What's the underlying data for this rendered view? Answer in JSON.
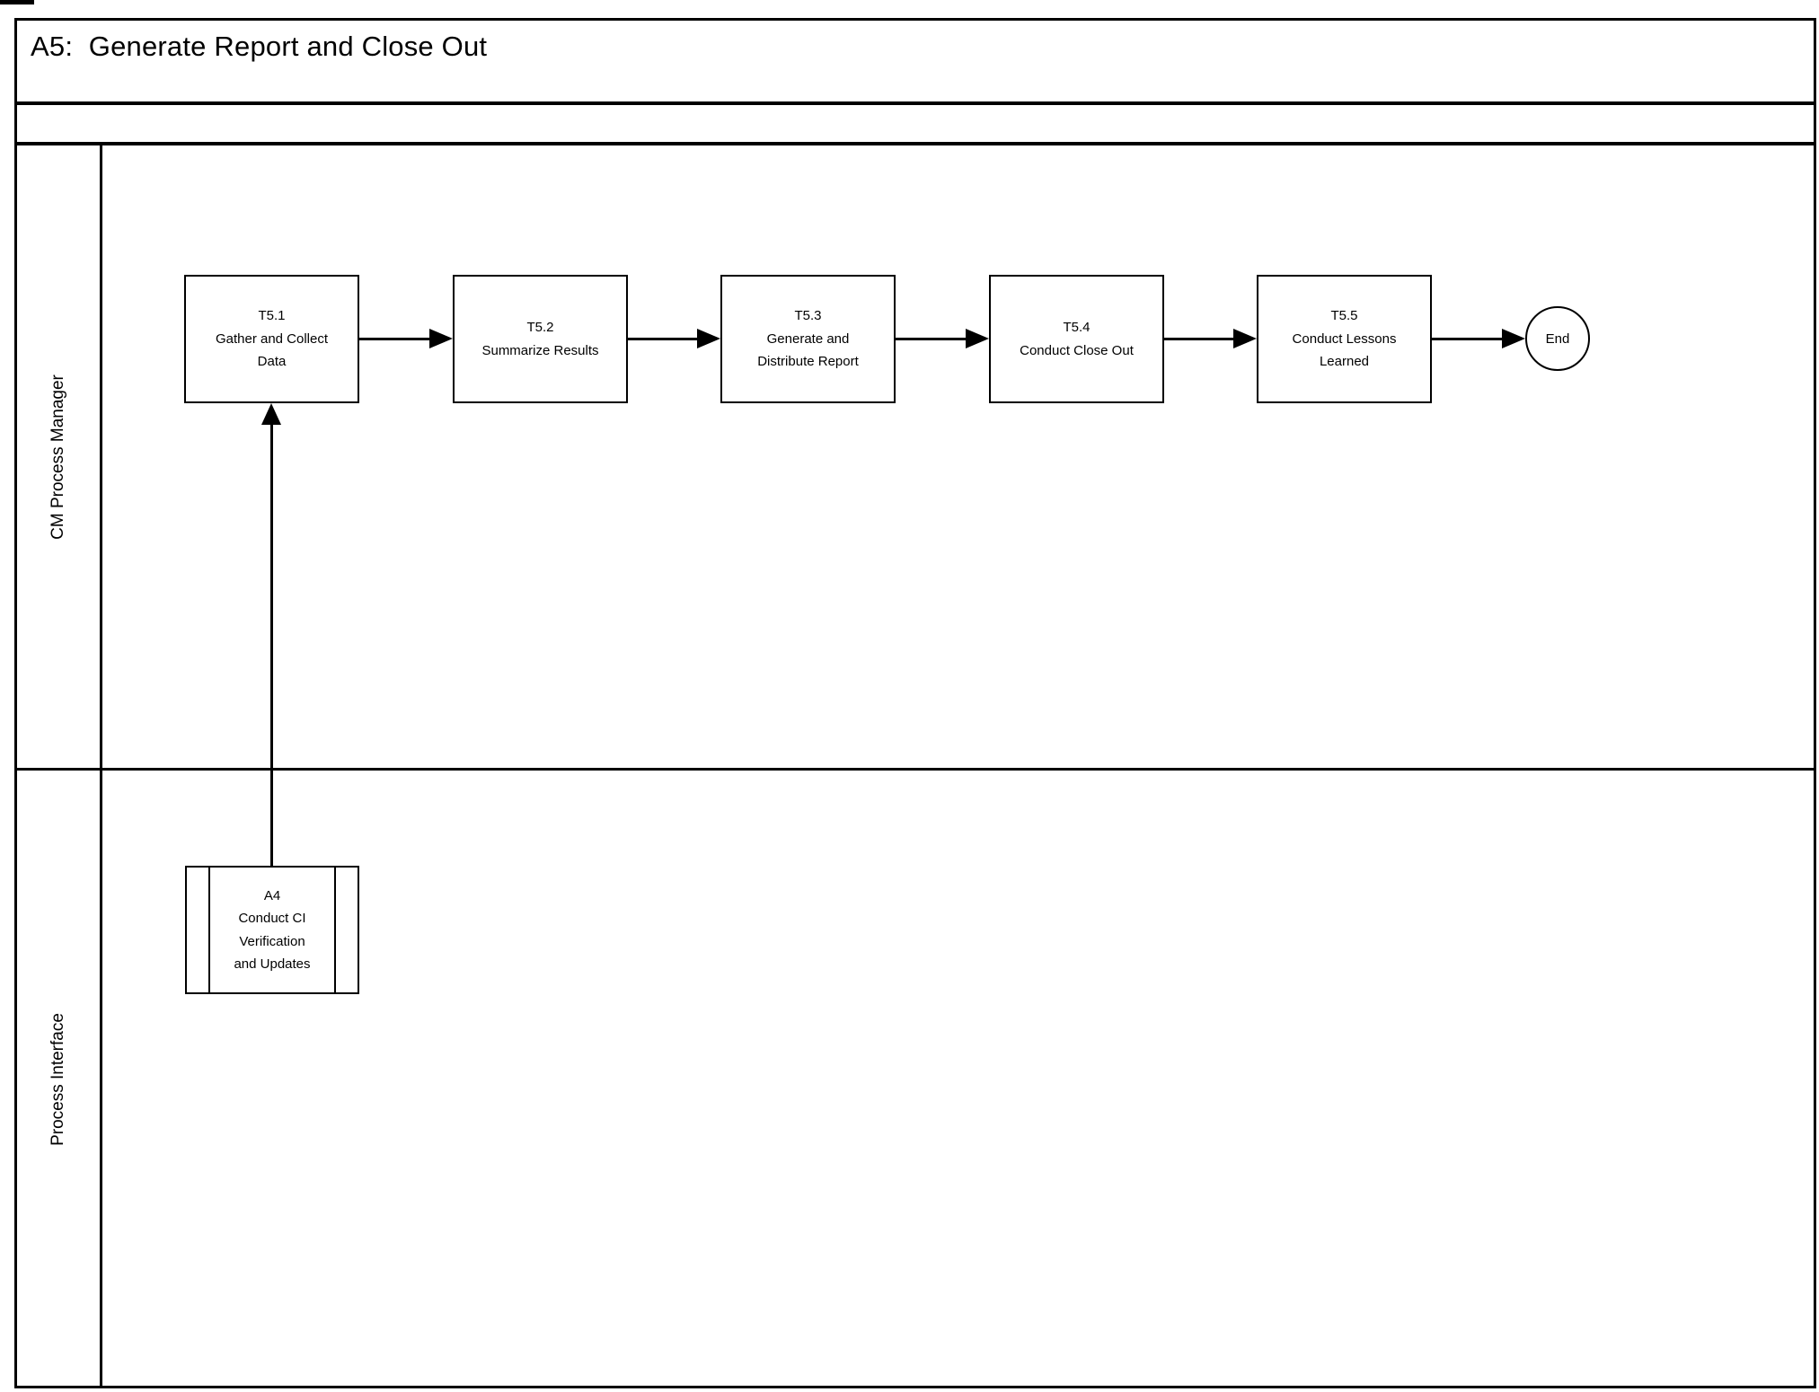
{
  "title": "A5:  Generate Report and Close Out",
  "lanes": {
    "cm": {
      "label": "CM Process Manager"
    },
    "interface": {
      "label": "Process Interface"
    }
  },
  "tasks": [
    {
      "id": "T5.1",
      "lines": [
        "T5.1",
        "Gather and Collect",
        "Data"
      ]
    },
    {
      "id": "T5.2",
      "lines": [
        "T5.2",
        "Summarize Results"
      ]
    },
    {
      "id": "T5.3",
      "lines": [
        "T5.3",
        "Generate and",
        "Distribute Report"
      ]
    },
    {
      "id": "T5.4",
      "lines": [
        "T5.4",
        "Conduct Close Out"
      ]
    },
    {
      "id": "T5.5",
      "lines": [
        "T5.5",
        "Conduct Lessons",
        "Learned"
      ]
    }
  ],
  "end_node": {
    "label": "End"
  },
  "interface_task": {
    "lines": [
      "A4",
      "Conduct CI",
      "Verification",
      "and Updates"
    ]
  },
  "colors": {
    "line": "#000000",
    "background": "#ffffff"
  }
}
